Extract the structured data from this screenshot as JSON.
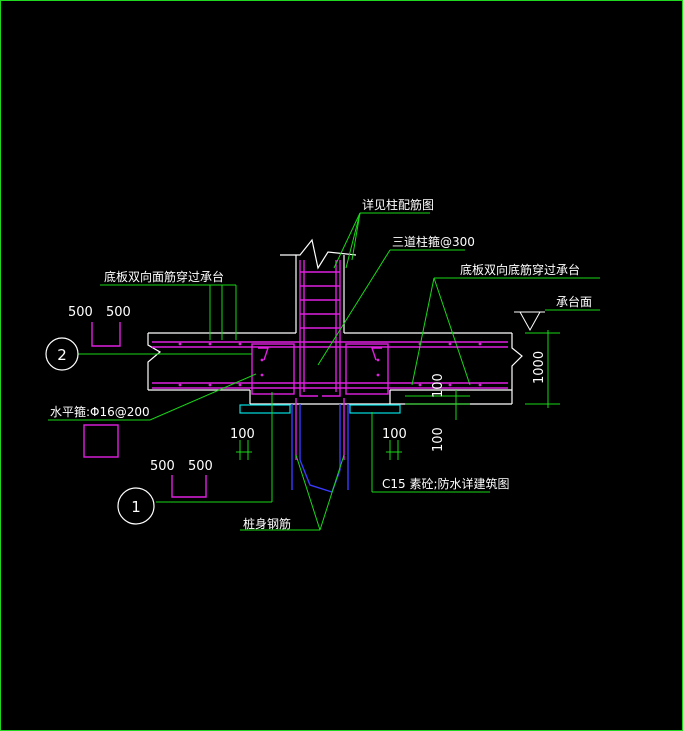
{
  "labels": {
    "column_ref": "详见柱配筋图",
    "stirrups": "三道柱箍@300",
    "slab_top_rebar": "底板双向面筋穿过承台",
    "slab_bottom_rebar": "底板双向底筋穿过承台",
    "cap_surface": "承台面",
    "horizontal_stirrup": "水平箍:Φ16@200",
    "pile_rebar": "桩身钢筋",
    "cushion": "C15 素砼;防水详建筑图"
  },
  "dimensions": {
    "d500a": "500",
    "d500b": "500",
    "d500c": "500",
    "d500d": "500",
    "d100_left": "100",
    "d100_right": "100",
    "d100_vert": "100",
    "d100_vert2": "100",
    "d1000": "1000"
  },
  "axis_markers": {
    "marker_2": "2",
    "marker_1": "1"
  },
  "colors": {
    "background": "#000000",
    "frame": "#1fd81f",
    "leader": "#18d818",
    "concrete": "#ffffff",
    "rebar": "#e020e0",
    "pile": "#3a3aff",
    "cushion": "#00e0e0",
    "text": "#ffffff"
  }
}
